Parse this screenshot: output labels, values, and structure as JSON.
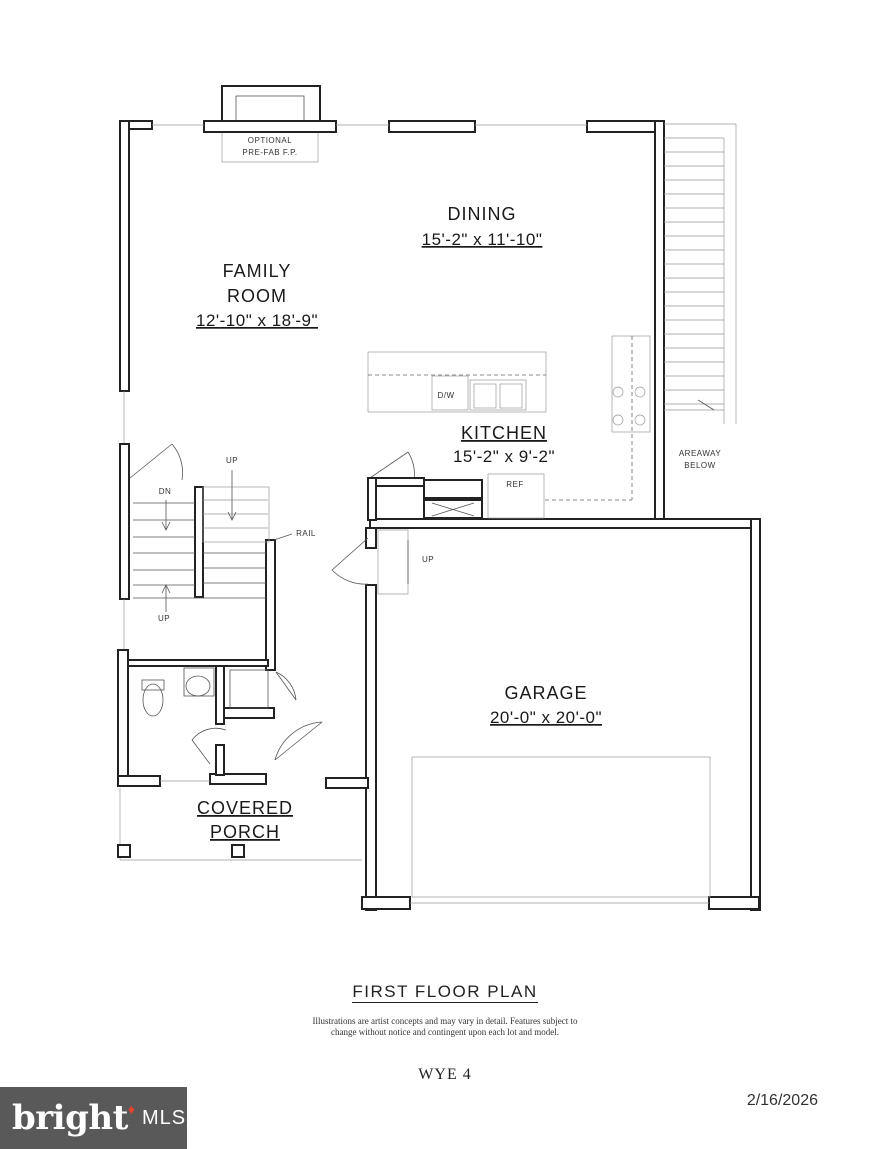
{
  "plan": {
    "title": "FIRST FLOOR PLAN",
    "disclaimer": "Illustrations are artist concepts and may vary in detail. Features subject to change without notice and contingent upon each lot and model.",
    "model": "WYE 4",
    "date": "2/16/2026"
  },
  "rooms": {
    "dining": {
      "name": "DINING",
      "size": "15'-2\" x 11'-10\""
    },
    "family_room": {
      "name_line1": "FAMILY",
      "name_line2": "ROOM",
      "size": "12'-10\" x 18'-9\""
    },
    "kitchen": {
      "name": "KITCHEN",
      "size": "15'-2\" x 9'-2\""
    },
    "garage": {
      "name": "GARAGE",
      "size": "20'-0\" x 20'-0\""
    },
    "porch": {
      "name_line1": "COVERED",
      "name_line2": "PORCH"
    }
  },
  "annotations": {
    "fireplace_line1": "OPTIONAL",
    "fireplace_line2": "PRE-FAB F.P.",
    "dishwasher": "D/W",
    "refrigerator": "REF",
    "areaway_line1": "AREAWAY",
    "areaway_line2": "BELOW",
    "stair_up_1": "UP",
    "stair_down": "DN",
    "stair_up_2": "UP",
    "stair_up_garage": "UP",
    "rail": "RAIL"
  },
  "logo": {
    "word": "bright",
    "suffix": "MLS"
  }
}
